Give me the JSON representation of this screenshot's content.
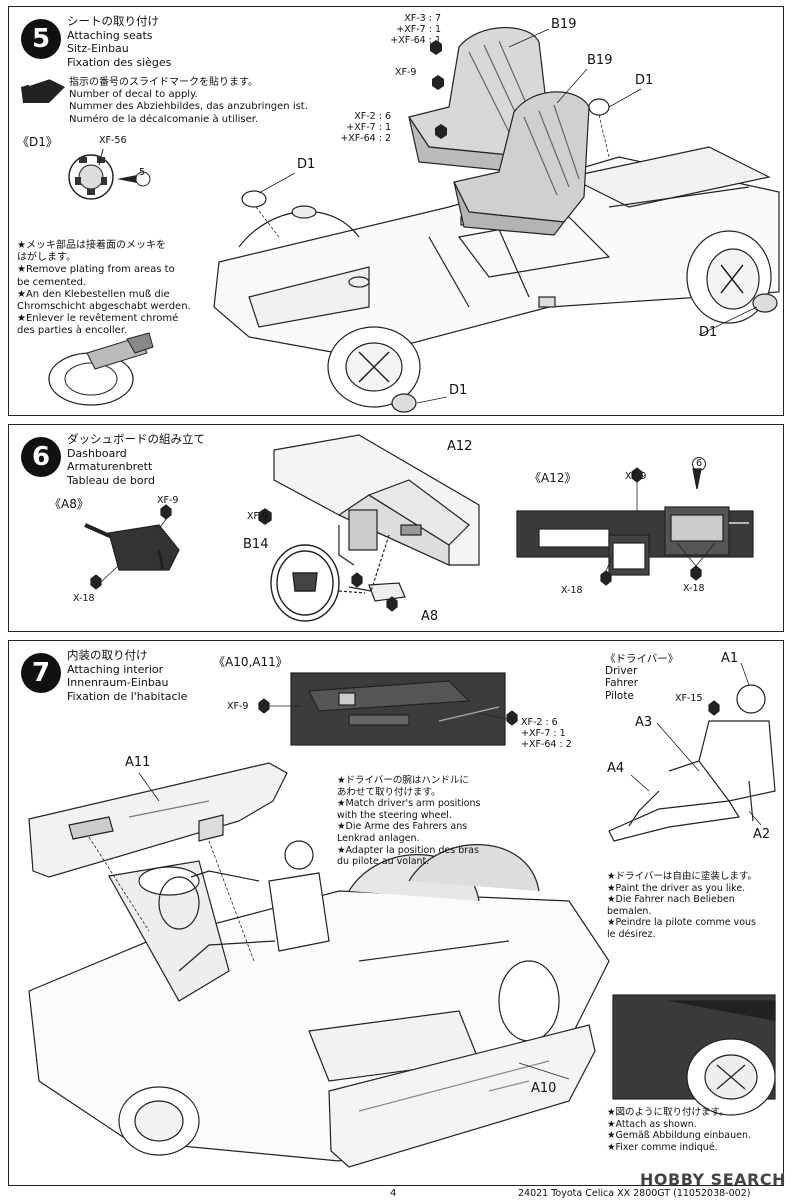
{
  "step5": {
    "number": "5",
    "title_ja": "シートの取り付け",
    "title_en": "Attaching seats",
    "title_de": "Sitz-Einbau",
    "title_fr": "Fixation des sièges",
    "decal_ja": "指示の番号のスライドマークを貼ります。",
    "decal_en": "Number of decal to apply.",
    "decal_de": "Nummer des Abziehbildes, das anzubringen ist.",
    "decal_fr": "Numéro de la décalcomanie à utiliser.",
    "d1_header": "《D1》",
    "d1_screw": "XF-56",
    "decal_num": "5",
    "plating_ja1": "★メッキ部品は接着面のメッキを",
    "plating_ja2": "はがします。",
    "plating_en1": "★Remove plating from areas to",
    "plating_en2": "be cemented.",
    "plating_de1": "★An den Klebestellen muß die",
    "plating_de2": "Chromschicht abgeschabt werden.",
    "plating_fr1": "★Enlever le revêtement chromé",
    "plating_fr2": "des parties à encoller.",
    "paint_top_1": "XF-3 : 7",
    "paint_top_2": "+XF-7 : 1",
    "paint_top_3": "+XF-64 : 1",
    "paint_mid_1": "XF-2 : 6",
    "paint_mid_2": "+XF-7 : 1",
    "paint_mid_3": "+XF-64 : 2",
    "paint_xf9": "XF-9",
    "part_b19a": "B19",
    "part_b19b": "B19",
    "part_d1a": "D1",
    "part_d1b": "D1",
    "part_d1c": "D1",
    "part_d1d": "D1"
  },
  "step6": {
    "number": "6",
    "title_ja": "ダッシュボードの組み立て",
    "title_en": "Dashboard",
    "title_de": "Armaturenbrett",
    "title_fr": "Tableau de bord",
    "a8_header": "《A8》",
    "a8_xf9": "XF-9",
    "a8_x18": "X-18",
    "b14_xf9": "XF-9",
    "part_b14": "B14",
    "part_a12": "A12",
    "part_a8": "A8",
    "a12_header": "《A12》",
    "a12_xf9": "XF-9",
    "a12_decal": "6",
    "a12_x18a": "X-18",
    "a12_x18b": "X-18"
  },
  "step7": {
    "number": "7",
    "title_ja": "内装の取り付け",
    "title_en": "Attaching interior",
    "title_de": "Innenraum-Einbau",
    "title_fr": "Fixation de l'habitacle",
    "a1011_header": "《A10,A11》",
    "a1011_xf9": "XF-9",
    "a1011_p1": "XF-2 : 6",
    "a1011_p2": "+XF-7 : 1",
    "a1011_p3": "+XF-64 : 2",
    "driver_header": "《ドライバー》",
    "driver_en": "Driver",
    "driver_de": "Fahrer",
    "driver_fr": "Pilote",
    "driver_xf15": "XF-15",
    "part_a1": "A1",
    "part_a2": "A2",
    "part_a3": "A3",
    "part_a4": "A4",
    "part_a10": "A10",
    "part_a11": "A11",
    "arm_ja1": "★ドライバーの腕はハンドルに",
    "arm_ja2": "あわせて取り付けます。",
    "arm_en1": "★Match driver's arm positions",
    "arm_en2": "with the steering wheel.",
    "arm_de1": "★Die Arme des Fahrers ans",
    "arm_de2": "Lenkrad anlagen.",
    "arm_fr1": "★Adapter la position des bras",
    "arm_fr2": "du pilote au volant.",
    "paint_ja": "★ドライバーは自由に塗装します。",
    "paint_en": "★Paint the driver as you like.",
    "paint_de1": "★Die Fahrer nach Belieben",
    "paint_de2": "bemalen.",
    "paint_fr1": "★Peindre la pilote comme vous",
    "paint_fr2": "le désirez.",
    "attach_ja": "★図のように取り付けます。",
    "attach_en": "★Attach as shown.",
    "attach_de": "★Gemäß Abbildung einbauen.",
    "attach_fr": "★Fixer comme indiqué."
  },
  "footer": {
    "page": "4",
    "model": "24021 Toyota Celica XX 2800GT (11052038-002)",
    "watermark": "HOBBY SEARCH"
  }
}
